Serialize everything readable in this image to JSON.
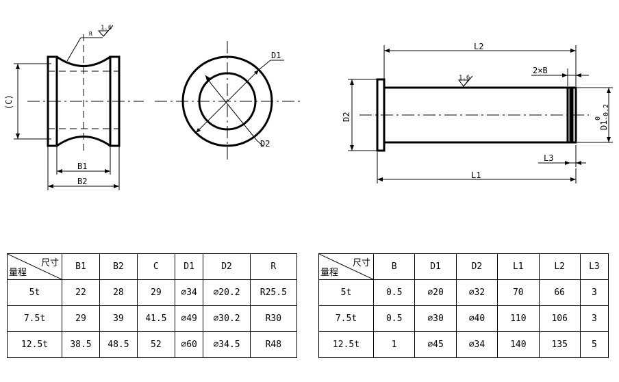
{
  "drawing": {
    "labels": {
      "r_mark": "R",
      "roughness": "1.6",
      "c": "(C)",
      "b1": "B1",
      "b2": "B2",
      "d1": "D1",
      "d2": "D2",
      "l1": "L1",
      "l2": "L2",
      "l3": "L3",
      "two_x_b": "2×B",
      "d2_side": "D2",
      "d1_tol": "D1",
      "tol_upper": "0",
      "tol_lower": "-0.2"
    }
  },
  "table1": {
    "corner_top": "尺寸",
    "corner_bottom": "量程",
    "headers": [
      "B1",
      "B2",
      "C",
      "D1",
      "D2",
      "R"
    ],
    "rows": [
      [
        "5t",
        "22",
        "28",
        "29",
        "⌀34",
        "⌀20.2",
        "R25.5"
      ],
      [
        "7.5t",
        "29",
        "39",
        "41.5",
        "⌀49",
        "⌀30.2",
        "R30"
      ],
      [
        "12.5t",
        "38.5",
        "48.5",
        "52",
        "⌀60",
        "⌀34.5",
        "R48"
      ]
    ]
  },
  "table2": {
    "corner_top": "尺寸",
    "corner_bottom": "量程",
    "headers": [
      "B",
      "D1",
      "D2",
      "L1",
      "L2",
      "L3"
    ],
    "rows": [
      [
        "5t",
        "0.5",
        "⌀20",
        "⌀32",
        "70",
        "66",
        "3"
      ],
      [
        "7.5t",
        "0.5",
        "⌀30",
        "⌀40",
        "110",
        "106",
        "3"
      ],
      [
        "12.5t",
        "1",
        "⌀45",
        "⌀34",
        "140",
        "135",
        "5"
      ]
    ]
  }
}
